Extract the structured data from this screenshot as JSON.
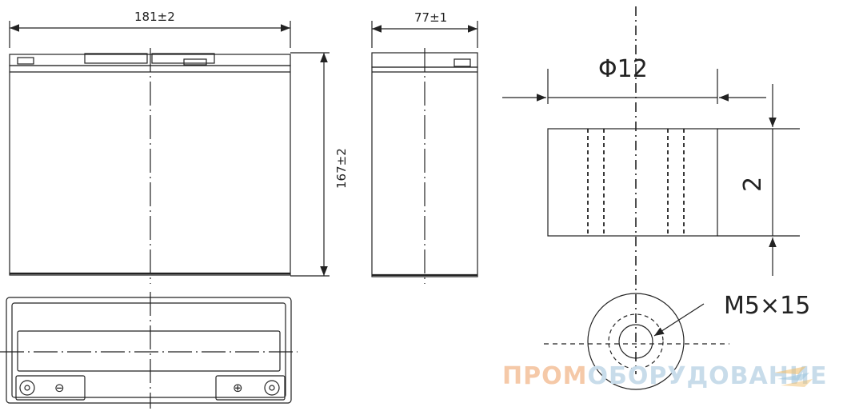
{
  "drawing": {
    "width_dim": "181±2",
    "depth_dim": "77±1",
    "height_dim": "167±2",
    "terminal_diameter": "Φ12",
    "terminal_height": "2",
    "thread_label": "M5×15",
    "polarity_negative": "⊖",
    "polarity_positive": "⊕"
  },
  "watermark": {
    "part1": "ПРОМ",
    "part2": "ОБОРУДОВАНИЕ",
    "color1": "#f5c9a8",
    "color2": "#c8dcea"
  },
  "colors": {
    "line": "#222222"
  }
}
